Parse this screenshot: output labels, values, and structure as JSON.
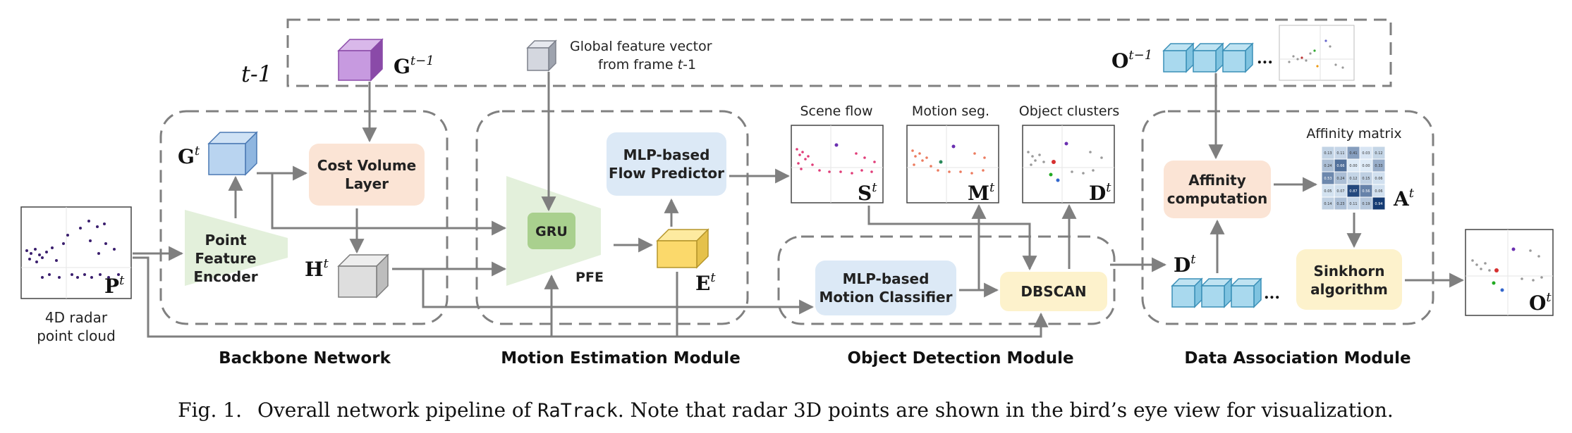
{
  "prev_frame": {
    "label": "t-1",
    "g_prev": {
      "base": "G",
      "sup": "t−1"
    },
    "gfv_line1": "Global feature vector",
    "gfv_line2": "from frame ",
    "gfv_t": "t",
    "gfv_tail": "-1",
    "o_prev": {
      "base": "O",
      "sup": "t−1"
    },
    "dots": "..."
  },
  "input": {
    "symbol": {
      "base": "P",
      "sup": "t"
    },
    "caption_line1": "4D radar",
    "caption_line2": "point cloud"
  },
  "backbone": {
    "g_t": {
      "base": "G",
      "sup": "t"
    },
    "h_t": {
      "base": "H",
      "sup": "t"
    },
    "cost_volume_line1": "Cost Volume",
    "cost_volume_line2": "Layer",
    "pfe_line1": "Point",
    "pfe_line2": "Feature",
    "pfe_line3": "Encoder",
    "title": "Backbone Network"
  },
  "motion": {
    "gru": "GRU",
    "pfe": "PFE",
    "flow_line1": "MLP-based",
    "flow_line2": "Flow Predictor",
    "e_t": {
      "base": "E",
      "sup": "t"
    },
    "title": "Motion Estimation Module"
  },
  "detection": {
    "scene_flow_label": "Scene flow",
    "motion_seg_label": "Motion seg.",
    "clusters_label": "Object clusters",
    "s_t": {
      "base": "S",
      "sup": "t"
    },
    "m_t": {
      "base": "M",
      "sup": "t"
    },
    "d_t": {
      "base": "D",
      "sup": "t"
    },
    "classifier_line1": "MLP-based",
    "classifier_line2": "Motion Classifier",
    "dbscan": "DBSCAN",
    "title": "Object Detection Module"
  },
  "association": {
    "affinity_matrix_label": "Affinity matrix",
    "affinity_line1": "Affinity",
    "affinity_line2": "computation",
    "a_t": {
      "base": "A",
      "sup": "t"
    },
    "d_t": {
      "base": "D",
      "sup": "t"
    },
    "dots": "...",
    "sinkhorn_line1": "Sinkhorn",
    "sinkhorn_line2": "algorithm",
    "o_t": {
      "base": "O",
      "sup": "t"
    },
    "title": "Data Association Module",
    "matrix": [
      [
        "0.13",
        "0.11",
        "0.41",
        "0.03",
        "0.12"
      ],
      [
        "0.24",
        "0.66",
        "0.00",
        "0.00",
        "0.33"
      ],
      [
        "0.53",
        "0.24",
        "0.12",
        "0.15",
        "0.06"
      ],
      [
        "0.05",
        "0.07",
        "0.87",
        "0.56",
        "0.06"
      ],
      [
        "0.14",
        "0.23",
        "0.11",
        "0.19",
        "0.94"
      ]
    ]
  },
  "caption": {
    "prefix": "Fig. 1.",
    "text1": "Overall network pipeline of ",
    "name": "RaTrack",
    "text2": ". Note that radar 3D points are shown in the bird’s eye view for visualization."
  },
  "colors": {
    "box_blue": "#dce9f6",
    "box_orange": "#fbe4d5",
    "box_yellow": "#fdf2cc",
    "box_green": "#e3f0db",
    "gru_green": "#a9d08e",
    "arrow": "#7f7f7f",
    "dash": "#808080"
  }
}
